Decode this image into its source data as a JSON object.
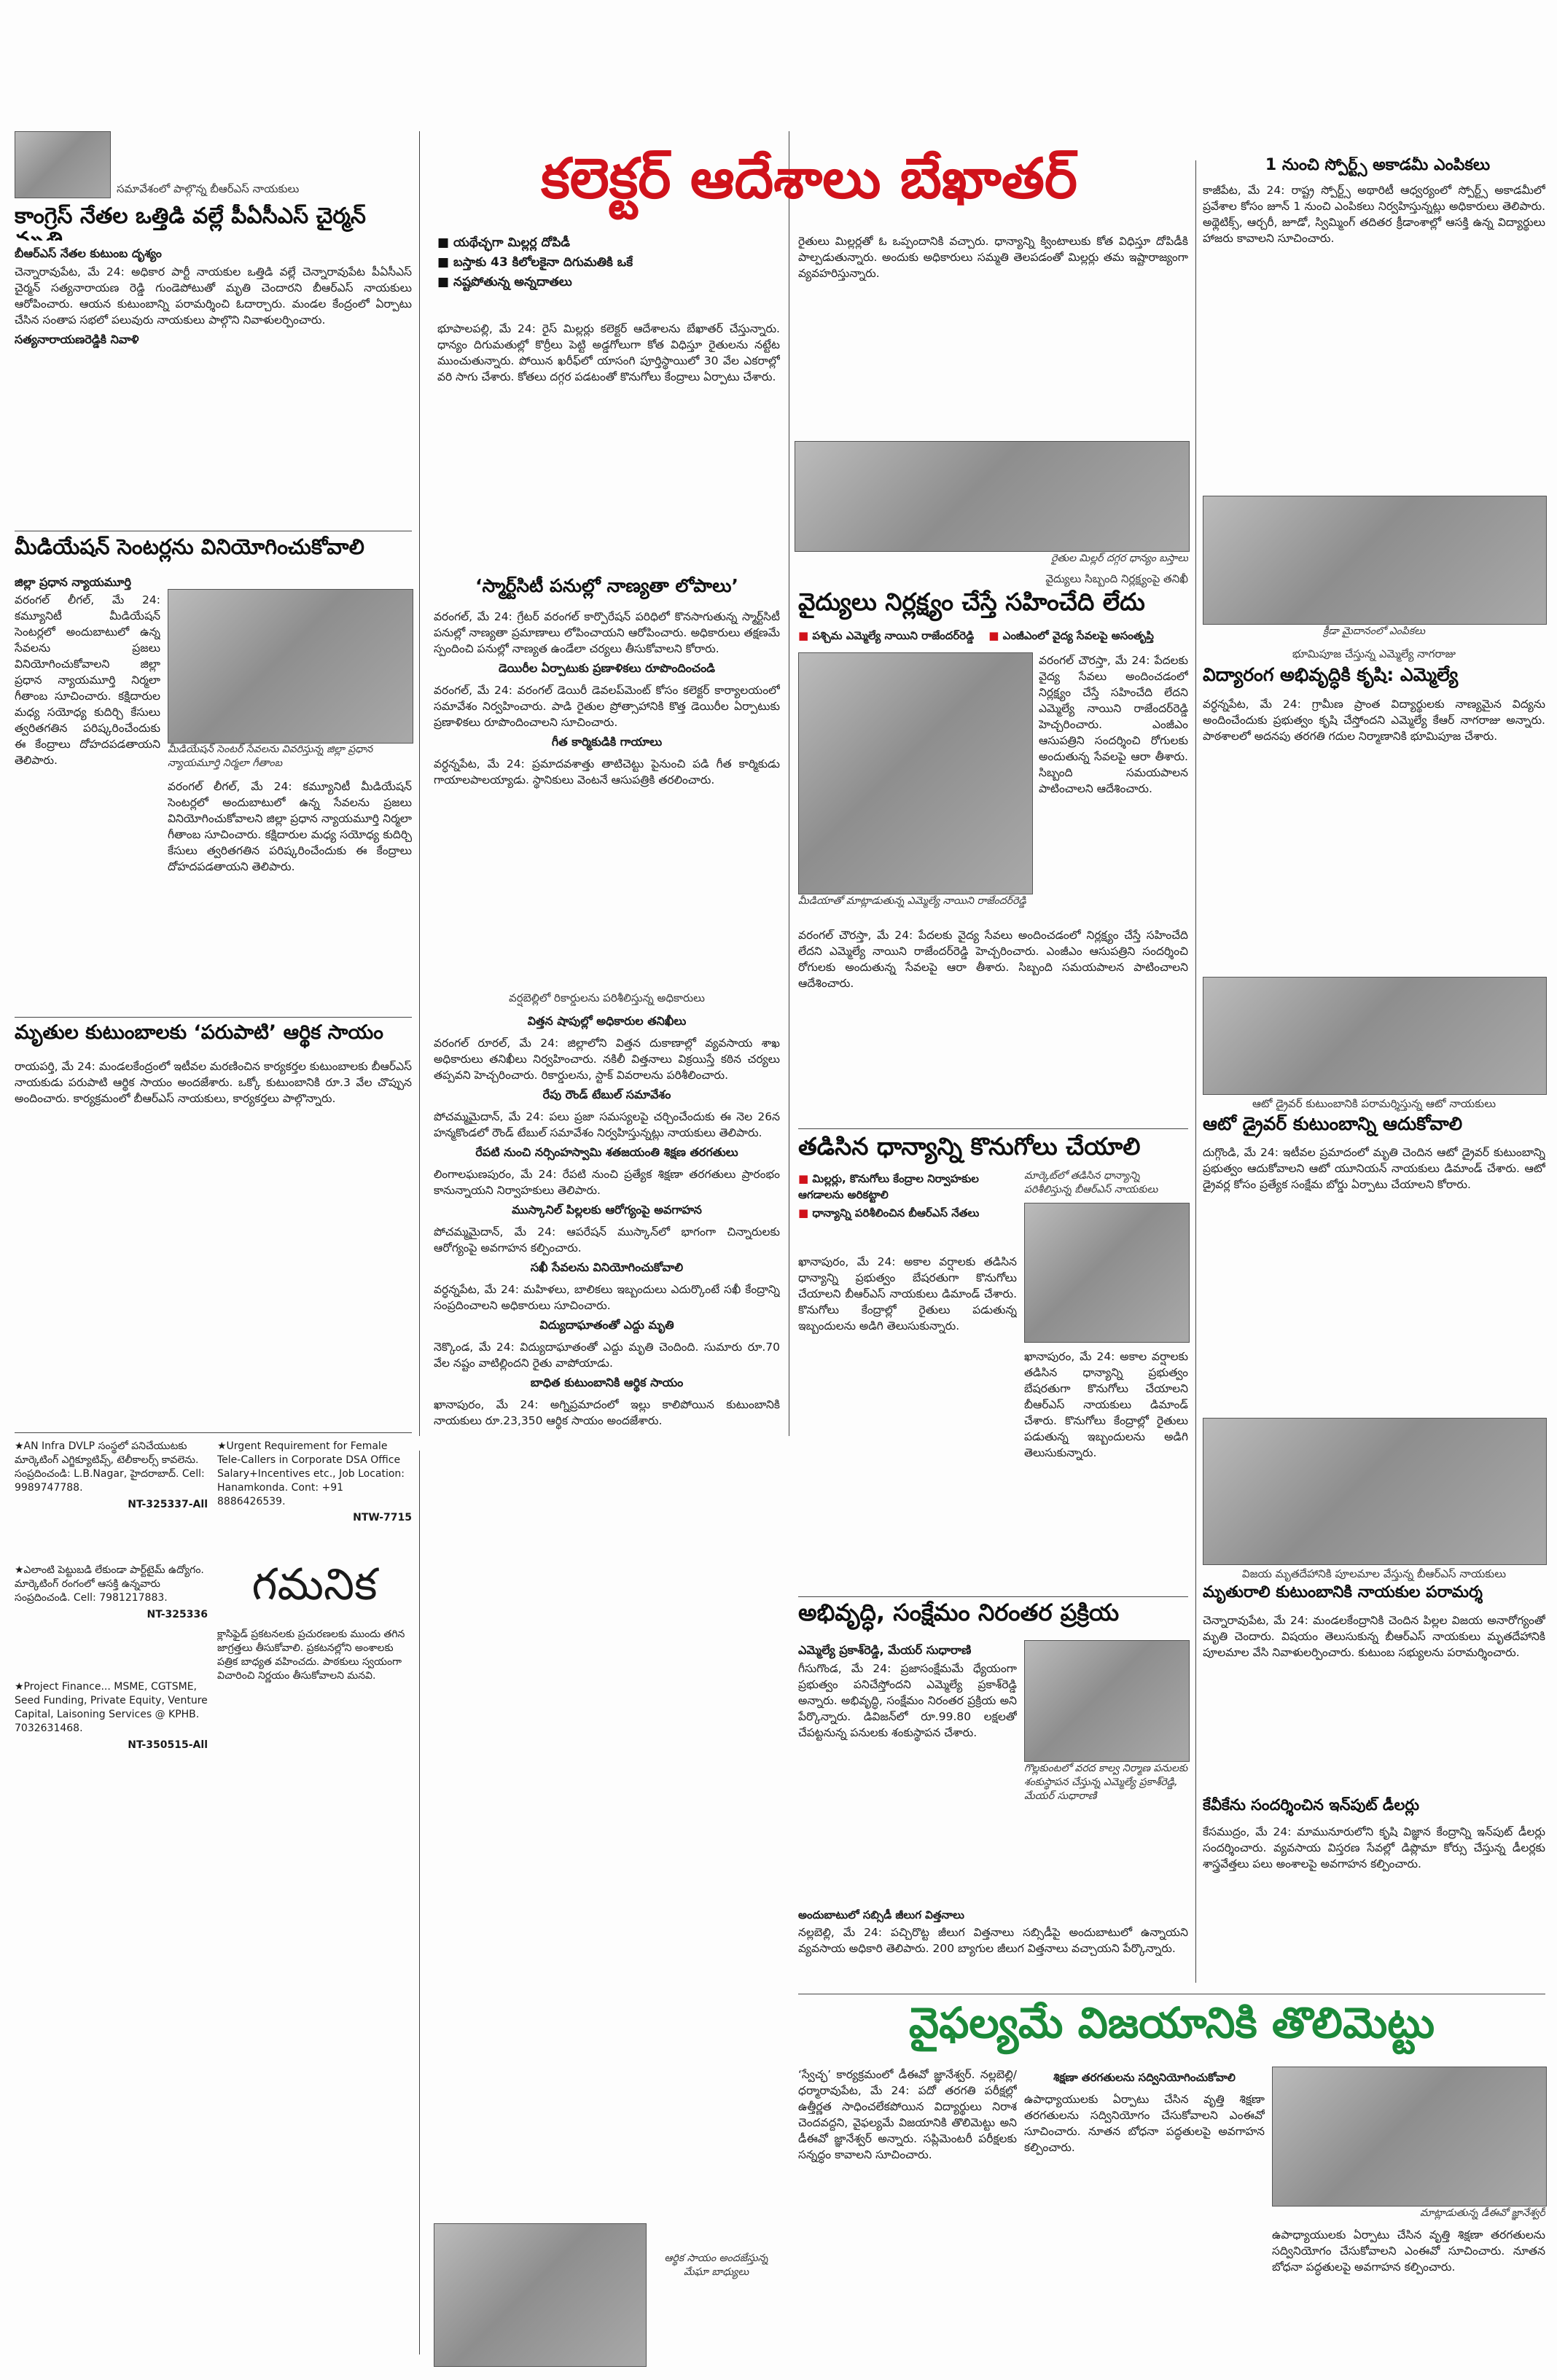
{
  "top_headline": "కలెక్టర్ ఆదేశాలు బేఖాతర్",
  "top_bullets": [
    "యథేచ్ఛగా మిల్లర్ల దోపిడీ",
    "బస్తాకు 43 కిలోలకైనా దిగుమతికి ఒకే",
    "నష్టపోతున్న అన్నదాతలు"
  ],
  "top_body_1": "భూపాలపల్లి, మే 24: రైస్ మిల్లర్లు కలెక్టర్ ఆదేశాలను బేఖాతర్ చేస్తున్నారు. ధాన్యం దిగుమతుల్లో కొర్రీలు పెట్టి అడ్డగోలుగా కోత విధిస్తూ రైతులను నట్టేట ముంచుతున్నారు. పోయిన ఖరీఫ్‌లో యాసంగి పూర్తిస్థాయిలో 30 వేల ఎకరాల్లో వరి సాగు చేశారు. కోతలు దగ్గర పడటంతో కొనుగోలు కేంద్రాలు ఏర్పాటు చేశారు.",
  "top_body_2": "రైతులు మిల్లర్లతో ఓ ఒప్పందానికి వచ్చారు. ధాన్యాన్ని క్వింటాలుకు కోత విధిస్తూ దోపిడీకి పాల్పడుతున్నారు. అందుకు అధికారులు సమ్మతి తెలపడంతో మిల్లర్లు తమ ఇష్టారాజ్యంగా వ్యవహరిస్తున్నారు.",
  "top_photo_caption": "రైతుల మిల్లర్ దగ్గర ధాన్యం బస్తాలు",
  "small_kicker": "సమావేశంలో పాల్గొన్న బీఆర్ఎస్ నాయకులు",
  "story_congress_headline": "కాంగ్రెస్ నేతల ఒత్తిడి వల్లే పీఏసీఎస్ చైర్మన్ మృతి",
  "story_congress_sub": "బీఆర్ఎస్ నేతల కుటుంబ దృశ్యం",
  "story_congress_body": "చెన్నారావుపేట, మే 24: అధికార పార్టీ నాయకుల ఒత్తిడి వల్లే చెన్నారావుపేట పీఏసీఎస్ చైర్మన్ సత్యనారాయణ రెడ్డి గుండెపోటుతో మృతి చెందారని బీఆర్ఎస్ నాయకులు ఆరోపించారు. ఆయన కుటుంబాన్ని పరామర్శించి ఓదార్చారు. మండల కేంద్రంలో ఏర్పాటు చేసిన సంతాప సభలో పలువురు నాయకులు పాల్గొని నివాళులర్పించారు.",
  "story_congress_sub2": "సత్యనారాయణరెడ్డికి నివాళి",
  "story_mediation_headline": "మీడియేషన్ సెంటర్లను వినియోగించుకోవాలి",
  "story_mediation_sub": "జిల్లా ప్రధాన న్యాయమూర్తి",
  "story_mediation_photo": "మీడియేషన్ సెంటర్ సేవలను వివరిస్తున్న జిల్లా ప్రధాన న్యాయమూర్తి నిర్మలా గీతాంబ",
  "story_mediation_body": "వరంగల్ లీగల్, మే 24: కమ్యూనిటీ మీడియేషన్ సెంటర్లలో అందుబాటులో ఉన్న సేవలను ప్రజలు వినియోగించుకోవాలని జిల్లా ప్రధాన న్యాయమూర్తి నిర్మలా గీతాంబ సూచించారు. కక్షిదారుల మధ్య సయోధ్య కుదిర్చి కేసులు త్వరితగతిన పరిష్కరించేందుకు ఈ కేంద్రాలు దోహదపడతాయని తెలిపారు.",
  "story_support_headline": "మృతుల కుటుంబాలకు ‘పరుపాటి’ ఆర్థిక సాయం",
  "story_support_body": "రాయపర్తి, మే 24: మండలకేంద్రంలో ఇటీవల మరణించిన కార్యకర్తల కుటుంబాలకు బీఆర్ఎస్ నాయకుడు పరుపాటి ఆర్థిక సాయం అందజేశారు. ఒక్కో కుటుంబానికి రూ.3 వేల చొప్పున అందించారు. కార్యక్రమంలో బీఆర్ఎస్ నాయకులు, కార్యకర్తలు పాల్గొన్నారు.",
  "story_smart_headline": "‘స్మార్ట్‌సిటీ పనుల్లో నాణ్యతా లోపాలు’",
  "story_smart_body": "వరంగల్, మే 24: గ్రేటర్ వరంగల్ కార్పొరేషన్ పరిధిలో కొనసాగుతున్న స్మార్ట్‌సిటీ పనుల్లో నాణ్యతా ప్రమాణాలు లోపించాయని ఆరోపించారు. అధికారులు తక్షణమే స్పందించి పనుల్లో నాణ్యత ఉండేలా చర్యలు తీసుకోవాలని కోరారు.",
  "story_smart_sub1": "డెయిరీల ఏర్పాటుకు ప్రణాళికలు రూపొందించండి",
  "story_smart_body2": "వరంగల్, మే 24: వరంగల్ డెయిరీ డెవలప్‌మెంట్ కోసం కలెక్టర్ కార్యాలయంలో సమావేశం నిర్వహించారు. పాడి రైతుల ప్రోత్సాహానికి కొత్త డెయిరీల ఏర్పాటుకు ప్రణాళికలు రూపొందించాలని సూచించారు.",
  "story_smart_sub2": "గీత కార్మికుడికి గాయాలు",
  "story_smart_body3": "వర్ధన్నపేట, మే 24: ప్రమాదవశాత్తు తాటిచెట్టు పైనుంచి పడి గీత కార్మికుడు గాయాలపాలయ్యాడు. స్థానికులు వెంటనే ఆసుపత్రికి తరలించారు.",
  "story_doctors_kicker": "వైద్యులు సిబ్బంది నిర్లక్ష్యంపై తనిఖీ",
  "story_doctors_headline": "వైద్యులు నిర్లక్ష్యం చేస్తే సహించేది లేదు",
  "story_doctors_bullets": [
    "పశ్చిమ ఎమ్మెల్యే నాయిని రాజేందర్‌రెడ్డి",
    "ఎంజీఎంలో వైద్య సేవలపై అసంతృప్తి"
  ],
  "story_doctors_photo": "మీడియాతో మాట్లాడుతున్న ఎమ్మెల్యే నాయిని రాజేందర్‌రెడ్డి",
  "story_doctors_body": "వరంగల్ చౌరస్తా, మే 24: పేదలకు వైద్య సేవలు అందించడంలో నిర్లక్ష్యం చేస్తే సహించేది లేదని ఎమ్మెల్యే నాయిని రాజేందర్‌రెడ్డి హెచ్చరించారు. ఎంజీఎం ఆసుపత్రిని సందర్శించి రోగులకు అందుతున్న సేవలపై ఆరా తీశారు. సిబ్బంది సమయపాలన పాటించాలని ఆదేశించారు.",
  "story_grain_headline": "తడిసిన ధాన్యాన్ని కొనుగోలు చేయాలి",
  "story_grain_bullets": [
    "మిల్లర్లు, కొనుగోలు కేంద్రాల నిర్వాహకుల ఆగడాలను అరికట్టాలి",
    "ధాన్యాన్ని పరిశీలించిన బీఆర్ఎస్ నేతలు"
  ],
  "story_grain_photo": "మార్కెట్‌లో తడిసిన ధాన్యాన్ని పరిశీలిస్తున్న బీఆర్ఎస్ నాయకులు",
  "story_grain_body": "ఖానాపురం, మే 24: అకాల వర్షాలకు తడిసిన ధాన్యాన్ని ప్రభుత్వం బేషరతుగా కొనుగోలు చేయాలని బీఆర్ఎస్ నాయకులు డిమాండ్ చేశారు. కొనుగోలు కేంద్రాల్లో రైతులు పడుతున్న ఇబ్బందులను అడిగి తెలుసుకున్నారు.",
  "story_progress_headline": "అభివృద్ధి, సంక్షేమం నిరంతర ప్రక్రియ",
  "story_progress_sub": "ఎమ్మెల్యే ప్రకాశ్‌రెడ్డి, మేయర్ సుధారాణి",
  "story_progress_photo": "గొల్లకుంటలో వరద కాల్వ నిర్మాణ పనులకు శంకుస్థాపన చేస్తున్న ఎమ్మెల్యే ప్రకాశ్‌రెడ్డి, మేయర్ సుధారాణి",
  "story_progress_body": "గీసుగొండ, మే 24: ప్రజాసంక్షేమమే ధ్యేయంగా ప్రభుత్వం పనిచేస్తోందని ఎమ్మెల్యే ప్రకాశ్‌రెడ్డి అన్నారు. అభివృద్ధి, సంక్షేమం నిరంతర ప్రక్రియ అని పేర్కొన్నారు. డివిజన్‌లో రూ.99.80 లక్షలతో చేపట్టనున్న పనులకు శంకుస్థాపన చేశారు.",
  "story_progress_sub2": "అందుబాటులో సబ్సిడీ జీలుగ విత్తనాలు",
  "story_progress_body2": "నల్లబెల్లి, మే 24: పచ్చిరొట్ట జీలుగ విత్తనాలు సబ్సిడీపై అందుబాటులో ఉన్నాయని వ్యవసాయ అధికారి తెలిపారు. 200 బ్యాగుల జీలుగ విత్తనాలు వచ్చాయని పేర్కొన్నారు.",
  "story_sports_headline": "1 నుంచి స్పోర్ట్స్ అకాడమీ ఎంపికలు",
  "story_sports_body": "కాజీపేట, మే 24: రాష్ట్ర స్పోర్ట్స్ అథారిటీ ఆధ్వర్యంలో స్పోర్ట్స్ అకాడమీలో ప్రవేశాల కోసం జూన్ 1 నుంచి ఎంపికలు నిర్వహిస్తున్నట్లు అధికారులు తెలిపారు. అథ్లెటిక్స్, ఆర్చరీ, జూడో, స్విమ్మింగ్ తదితర క్రీడాంశాల్లో ఆసక్తి ఉన్న విద్యార్థులు హాజరు కావాలని సూచించారు.",
  "story_sports_photo": "క్రీడా మైదానంలో ఎంపికలు",
  "story_edu_kicker": "భూమిపూజ చేస్తున్న ఎమ్మెల్యే నాగరాజు",
  "story_edu_headline": "విద్యారంగ అభివృద్ధికి కృషి: ఎమ్మెల్యే",
  "story_edu_body": "వర్ధన్నపేట, మే 24: గ్రామీణ ప్రాంత విద్యార్థులకు నాణ్యమైన విద్యను అందించేందుకు ప్రభుత్వం కృషి చేస్తోందని ఎమ్మెల్యే కేఆర్ నాగరాజు అన్నారు. పాఠశాలలో అదనపు తరగతి గదుల నిర్మాణానికి భూమిపూజ చేశారు.",
  "story_driver_kicker": "ఆటో డ్రైవర్ కుటుంబానికి పరామర్శిస్తున్న ఆటో నాయకులు",
  "story_driver_headline": "ఆటో డ్రైవర్ కుటుంబాన్ని ఆదుకోవాలి",
  "story_driver_body": "దుగ్గొండి, మే 24: ఇటీవల ప్రమాదంలో మృతి చెందిన ఆటో డ్రైవర్ కుటుంబాన్ని ప్రభుత్వం ఆదుకోవాలని ఆటో యూనియన్ నాయకులు డిమాండ్ చేశారు. ఆటో డ్రైవర్ల కోసం ప్రత్యేక సంక్షేమ బోర్డు ఏర్పాటు చేయాలని కోరారు.",
  "story_mourn_kicker": "విజయ మృతదేహానికి పూలమాల వేస్తున్న బీఆర్ఎస్ నాయకులు",
  "story_mourn_headline": "మృతురాలి కుటుంబానికి నాయకుల పరామర్శ",
  "story_mourn_body": "చెన్నారావుపేట, మే 24: మండలకేంద్రానికి చెందిన పిల్లల విజయ అనారోగ్యంతో మృతి చెందారు. విషయం తెలుసుకున్న బీఆర్ఎస్ నాయకులు మృతదేహానికి పూలమాల వేసి నివాళులర్పించారు. కుటుంబ సభ్యులను పరామర్శించారు.",
  "story_dealers_headline": "కేవీకేను సందర్శించిన ఇన్‌పుట్ డీలర్లు",
  "story_dealers_body": "కేసముద్రం, మే 24: మామునూరులోని కృషి విజ్ఞాన కేంద్రాన్ని ఇన్‌పుట్ డీలర్లు సందర్శించారు. వ్యవసాయ విస్తరణ సేవల్లో డిప్లొమా కోర్సు చేస్తున్న డీలర్లకు శాస్త్రవేత్తలు పలు అంశాలపై అవగాహన కల్పించారు.",
  "story_defeat_headline": "వైఫల్యమే విజయానికి తొలిమెట్టు",
  "story_defeat_photo": "మాట్లాడుతున్న డీఈవో జ్ఞానేశ్వర్",
  "story_defeat_body": "‘స్వేచ్ఛ’ కార్యక్రమంలో డీఈవో జ్ఞానేశ్వర్. నల్లబెల్లి/ధర్మారావుపేట, మే 24: పదో తరగతి పరీక్షల్లో ఉత్తీర్ణత సాధించలేకపోయిన విద్యార్థులు నిరాశ చెందవద్దని, వైఫల్యమే విజయానికి తొలిమెట్టు అని డీఈవో జ్ఞానేశ్వర్ అన్నారు. సప్లిమెంటరీ పరీక్షలకు సన్నద్ధం కావాలని సూచించారు.",
  "story_defeat_sub": "శిక్షణా తరగతులను సద్వినియోగించుకోవాలి",
  "story_defeat_body2": "ఉపాధ్యాయులకు ఏర్పాటు చేసిన వృత్తి శిక్షణా తరగతులను సద్వినియోగం చేసుకోవాలని ఎంఈవో సూచించారు. నూతన బోధనా పద్ధతులపై అవగాహన కల్పించారు.",
  "story_mid_sub1": "విత్తన షాపుల్లో అధికారుల తనిఖీలు",
  "story_mid_kicker1": "వర్షబెల్లిలో రికార్డులను పరిశీలిస్తున్న అధికారులు",
  "story_mid_body1": "వరంగల్ రూరల్, మే 24: జిల్లాలోని విత్తన దుకాణాల్లో వ్యవసాయ శాఖ అధికారులు తనిఖీలు నిర్వహించారు. నకిలీ విత్తనాలు విక్రయిస్తే కఠిన చర్యలు తప్పవని హెచ్చరించారు. రికార్డులను, స్టాక్ వివరాలను పరిశీలించారు.",
  "story_mid_sub2": "రేపు రౌండ్ టేబుల్ సమావేశం",
  "story_mid_body2": "పోచమ్మమైదాన్, మే 24: పలు ప్రజా సమస్యలపై చర్చించేందుకు ఈ నెల 26న హన్మకొండలో రౌండ్ టేబుల్ సమావేశం నిర్వహిస్తున్నట్లు నాయకులు తెలిపారు.",
  "story_mid_sub3": "రేపటి నుంచి నర్సింహస్వామి శతజయంతి శిక్షణ తరగతులు",
  "story_mid_body3": "లింగాలఘణపురం, మే 24: రేపటి నుంచి ప్రత్యేక శిక్షణా తరగతులు ప్రారంభం కానున్నాయని నిర్వాహకులు తెలిపారు.",
  "story_mid_sub4": "ముస్కానిల్ పిల్లలకు ఆరోగ్యంపై అవగాహన",
  "story_mid_body4": "పోచమ్మమైదాన్, మే 24: ఆపరేషన్ ముస్కాన్‌లో భాగంగా చిన్నారులకు ఆరోగ్యంపై అవగాహన కల్పించారు.",
  "story_mid_sub5": "సఖీ సేవలను వినియోగించుకోవాలి",
  "story_mid_body5": "వర్ధన్నపేట, మే 24: మహిళలు, బాలికలు ఇబ్బందులు ఎదుర్కొంటే సఖీ కేంద్రాన్ని సంప్రదించాలని అధికారులు సూచించారు.",
  "story_mid_sub6": "విద్యుదాఘాతంతో ఎద్దు మృతి",
  "story_mid_body6": "నెక్కొండ, మే 24: విద్యుదాఘాతంతో ఎద్దు మృతి చెందింది. సుమారు రూ.70 వేల నష్టం వాటిల్లిందని రైతు వాపోయాడు.",
  "story_mid_sub7": "బాధిత కుటుంబానికి ఆర్థిక సాయం",
  "story_mid_body7": "ఖానాపురం, మే 24: అగ్నిప్రమాదంలో ఇల్లు కాలిపోయిన కుటుంబానికి నాయకులు రూ.23,350 ఆర్థిక సాయం అందజేశారు.",
  "caption_relief": "ఆర్థిక సాయం అందజేస్తున్న మేఘా బాధ్యులు",
  "classifieds": [
    {
      "text": "★AN Infra DVLP సంస్థలో పనిచేయుటకు మార్కెటింగ్ ఎగ్జిక్యూటివ్స్, టెలీకాలర్స్ కావలెను. సంప్రదించండి: L.B.Nagar, హైదరాబాద్. Cell: 9989747788.",
      "code": "NT-325337-All"
    },
    {
      "text": "★ఎలాంటి పెట్టుబడి లేకుండా పార్ట్‌టైమ్ ఉద్యోగం. మార్కెటింగ్ రంగంలో ఆసక్తి ఉన్నవారు సంప్రదించండి. Cell: 7981217883.",
      "code": "NT-325336"
    },
    {
      "text": "★Project Finance... MSME, CGTSME, Seed Funding, Private Equity, Venture Capital, Laisoning Services @ KPHB. 7032631468.",
      "code": "NT-350515-All"
    },
    {
      "text": "★Urgent Requirement for Female Tele-Callers in Corporate DSA Office Salary+Incentives etc., Job Location: Hanamkonda. Cont: +91 8886426539.",
      "code": "NTW-7715"
    }
  ],
  "notice_title": "గమనిక",
  "notice_body": "క్లాసిఫైడ్ ప్రకటనలకు ప్రచురణలకు ముందు తగిన జాగ్రత్తలు తీసుకోవాలి. ప్రకటనల్లోని అంశాలకు పత్రిక బాధ్యత వహించదు. పాఠకులు స్వయంగా విచారించి నిర్ణయం తీసుకోవాలని మనవి."
}
